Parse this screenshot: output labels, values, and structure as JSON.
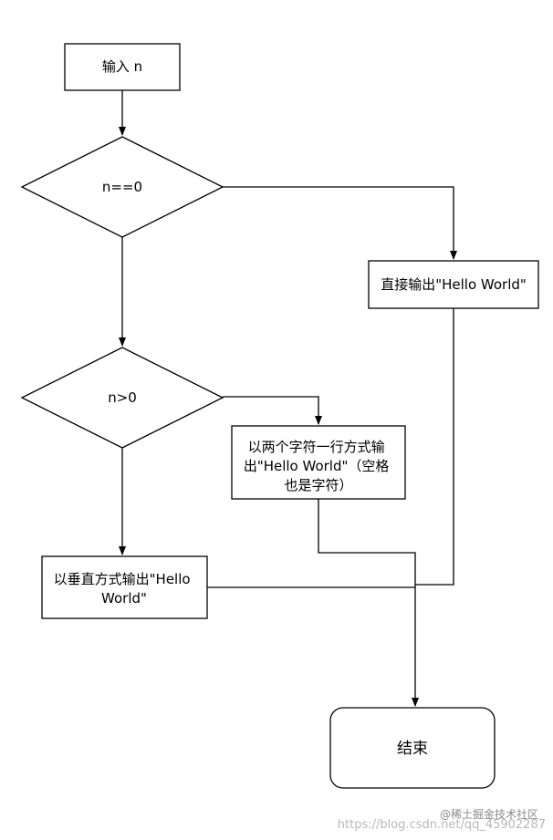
{
  "flowchart": {
    "input": "输入 n",
    "decision_zero": "n==0",
    "output_direct": "直接输出\"Hello World\"",
    "decision_positive": "n>0",
    "output_row": [
      "以两个字符一行方式输",
      "出\"Hello World\"（空格",
      "也是字符）"
    ],
    "output_vertical": [
      "以垂直方式输出\"Hello",
      "World\""
    ],
    "end": "结束"
  },
  "watermark": {
    "site": "@稀土掘金技术社区",
    "url": "https://blog.csdn.net/qq_45902287"
  }
}
